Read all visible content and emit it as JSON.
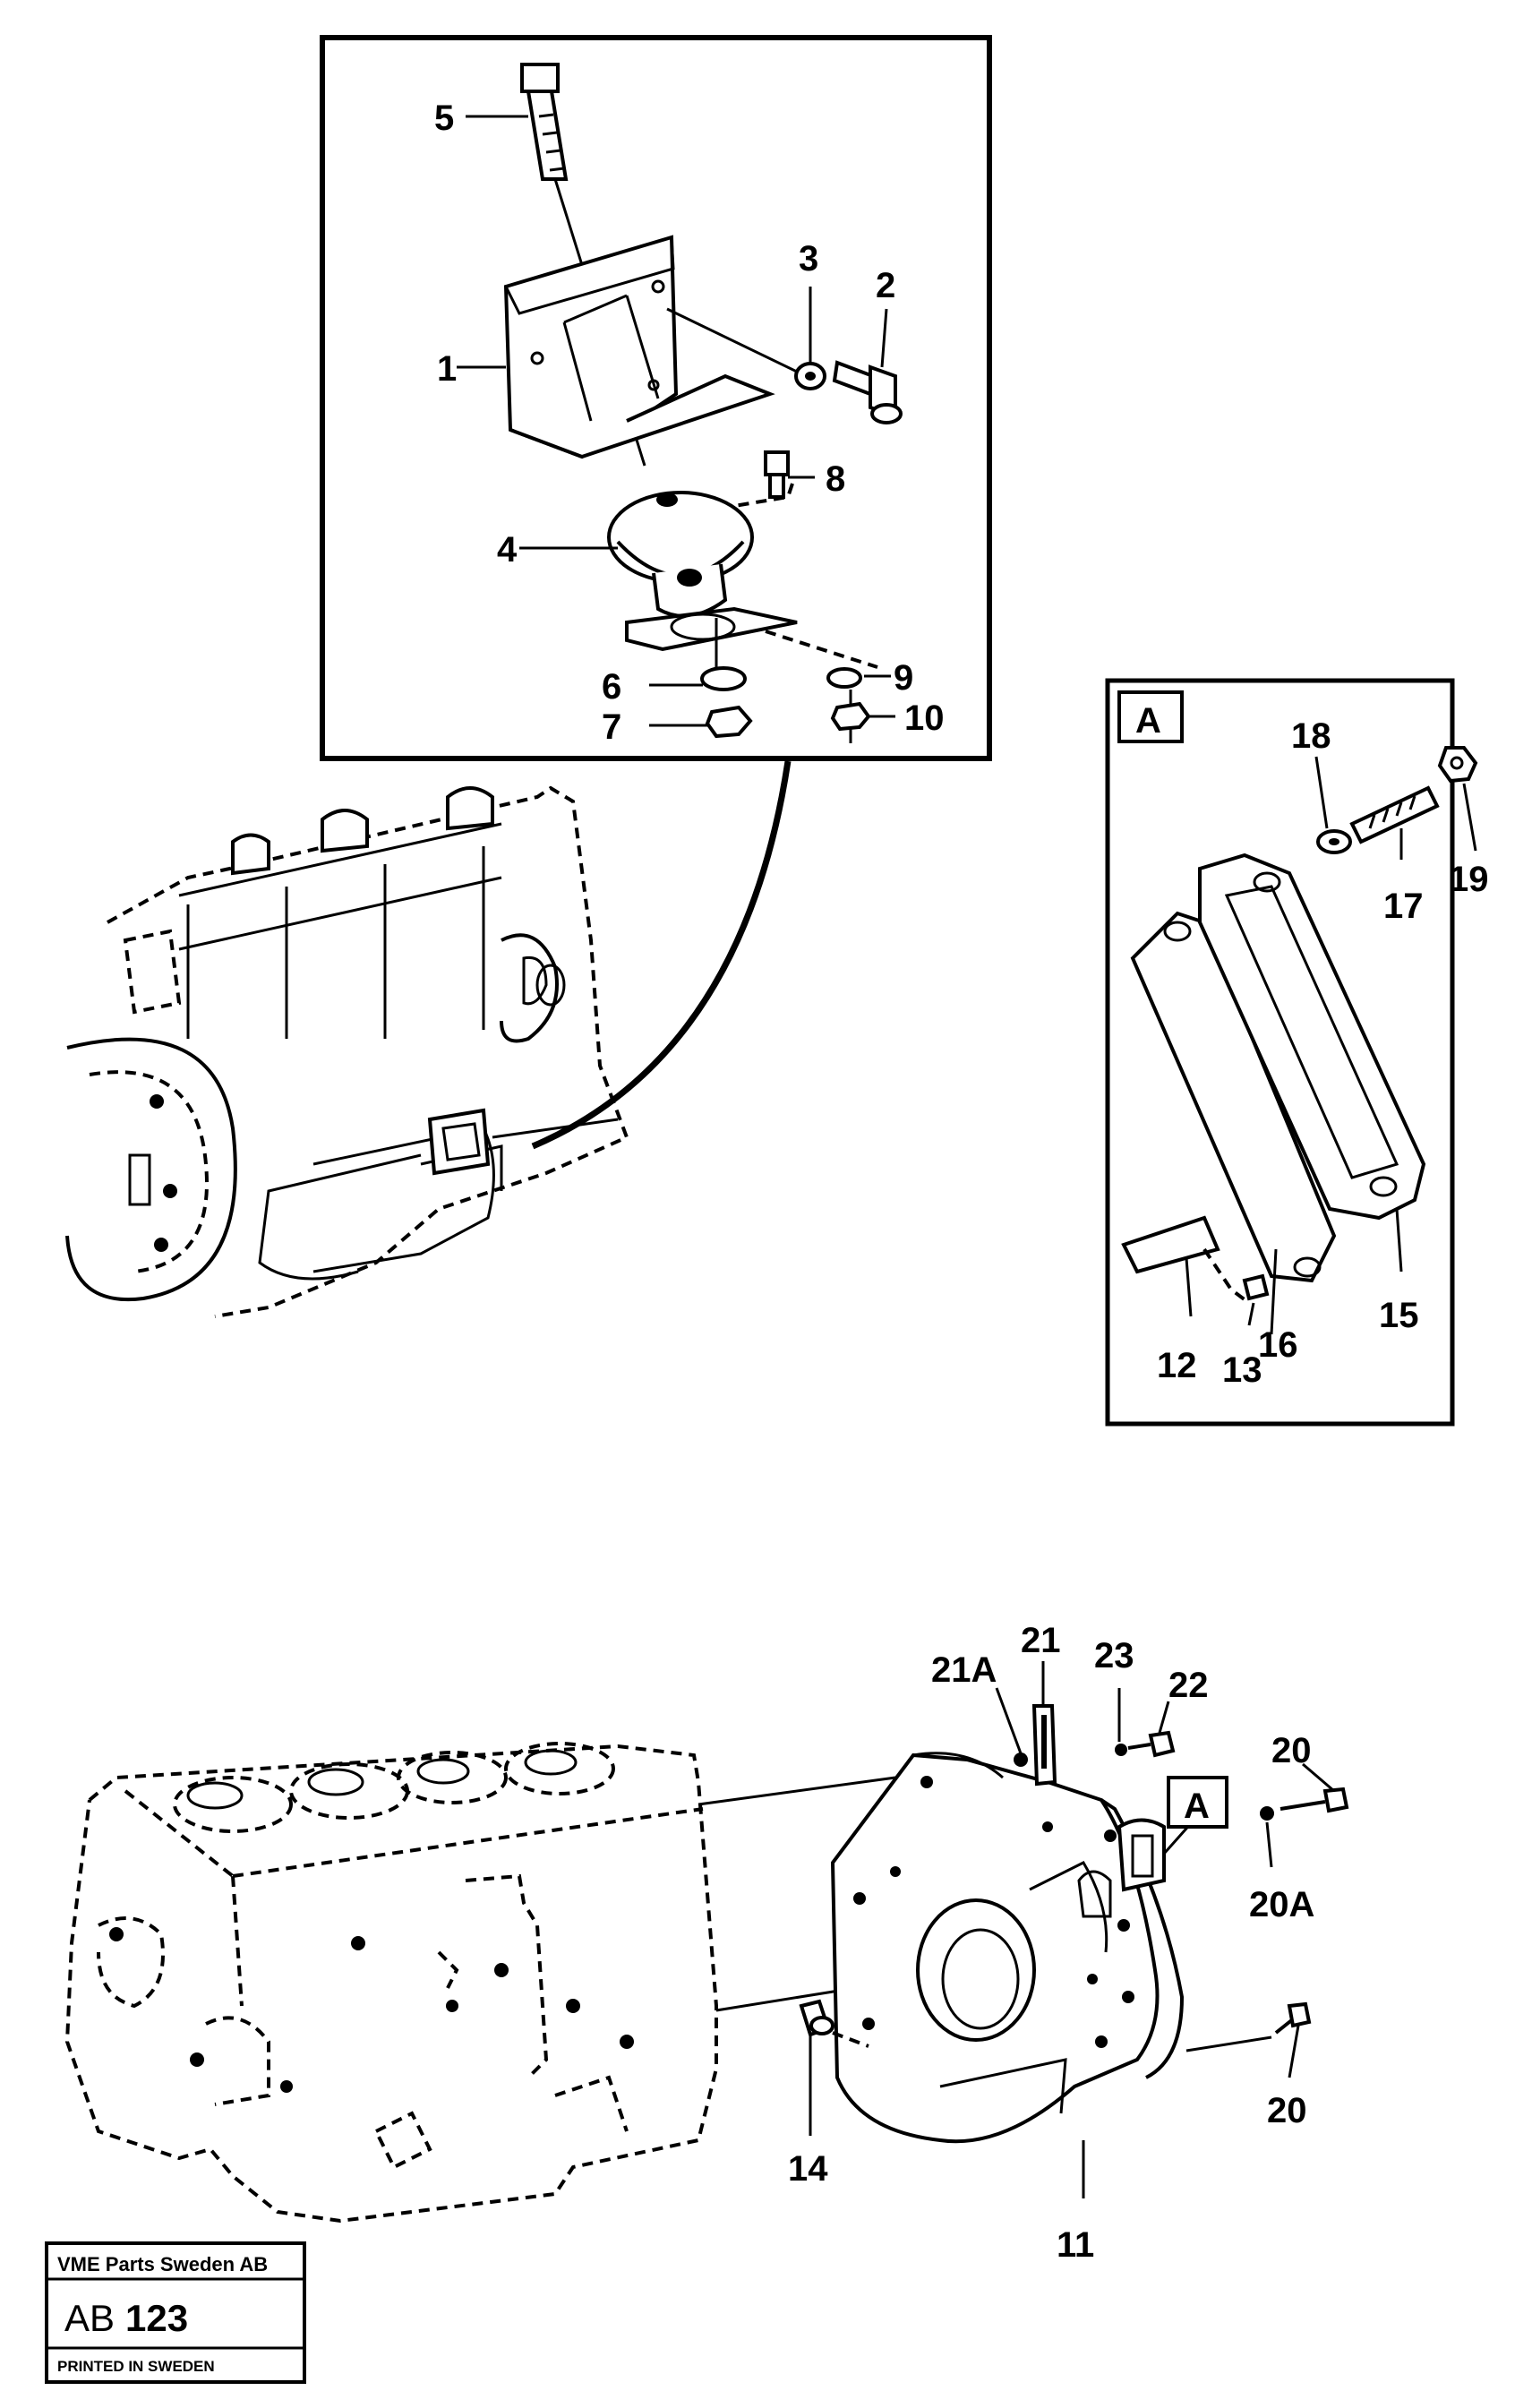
{
  "callouts": {
    "c1": "1",
    "c2": "2",
    "c3": "3",
    "c4": "4",
    "c5": "5",
    "c6": "6",
    "c7": "7",
    "c8": "8",
    "c9": "9",
    "c10": "10",
    "c11": "11",
    "c12": "12",
    "c13": "13",
    "c14": "14",
    "c15": "15",
    "c16": "16",
    "c17": "17",
    "c18": "18",
    "c19": "19",
    "c20a": "20",
    "c20b": "20",
    "c20A": "20A",
    "c21": "21",
    "c21A": "21A",
    "c22": "22",
    "c23": "23"
  },
  "detail_tags": {
    "inset": "A",
    "flywheel": "A"
  },
  "stamp": {
    "company": "VME Parts Sweden AB",
    "code_prefix": "AB",
    "code_number": "123",
    "printed": "PRINTED IN SWEDEN"
  }
}
